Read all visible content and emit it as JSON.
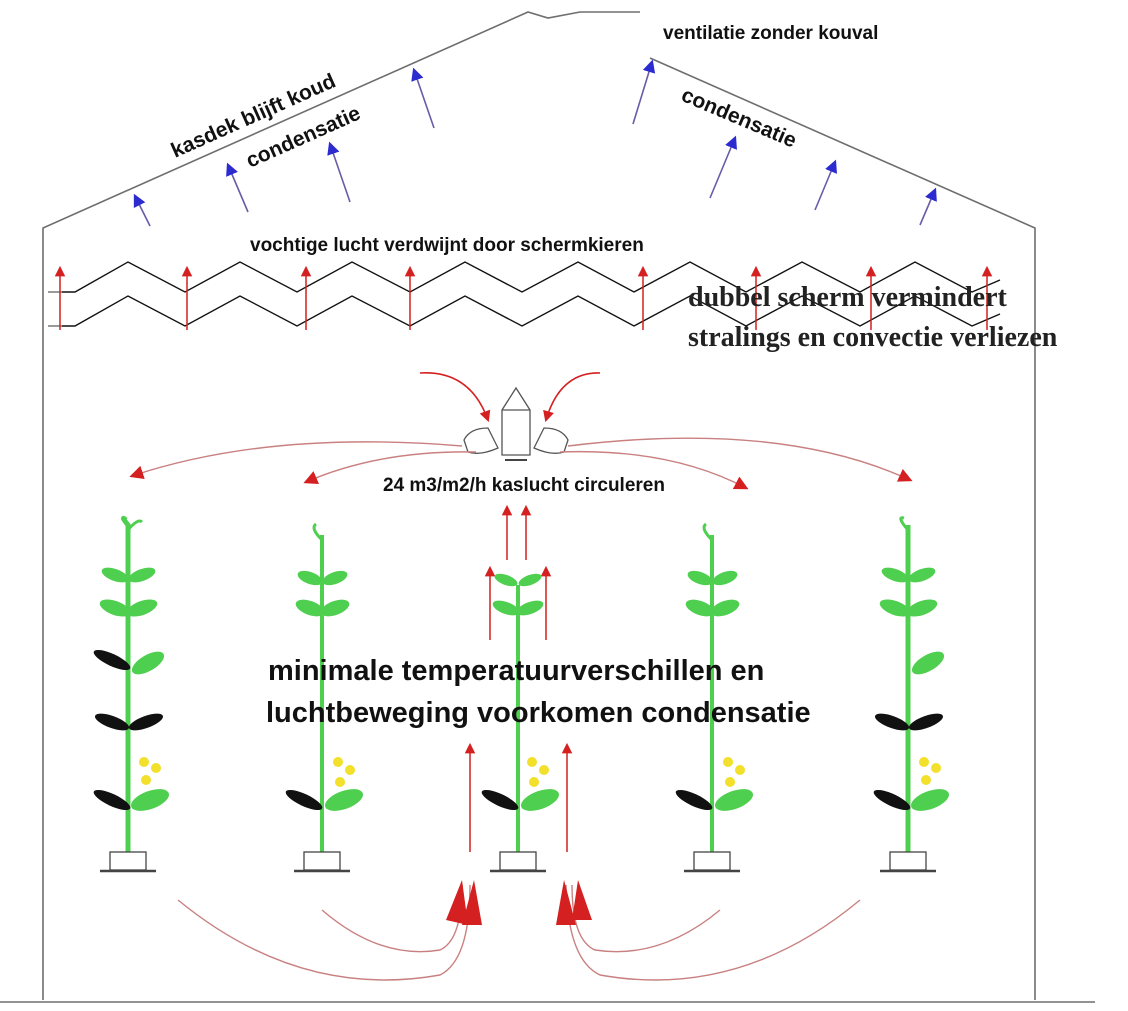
{
  "labels": {
    "ventilation": "ventilatie zonder kouval",
    "roof_cold": "kasdek blijft koud",
    "condensation_left": "condensatie",
    "condensation_right": "condensatie",
    "humid_air": "vochtige lucht verdwijnt door schermkieren",
    "double_screen_line1": "dubbel scherm vermindert",
    "double_screen_line2": "stralings en convectie verliezen",
    "circulation": "24 m3/m2/h kaslucht circuleren",
    "conclusion_line1": "minimale temperatuurverschillen en",
    "conclusion_line2": "luchtbeweging voorkomen condensatie"
  },
  "colors": {
    "structure": "#6e6e6e",
    "screen": "#111111",
    "condensation_arrow": "#6b5aa8",
    "condensation_head": "#2b2bd0",
    "airflow": "#d42020",
    "airflow_line": "#c98080",
    "stem": "#4fcf4f",
    "leaf": "#4fcf4f",
    "leaf_dark": "#111111",
    "flower": "#f2e02a"
  },
  "icons": {
    "fan": "circulation-fan-icon",
    "plant": "plant-icon",
    "pot": "plant-pot-icon"
  }
}
